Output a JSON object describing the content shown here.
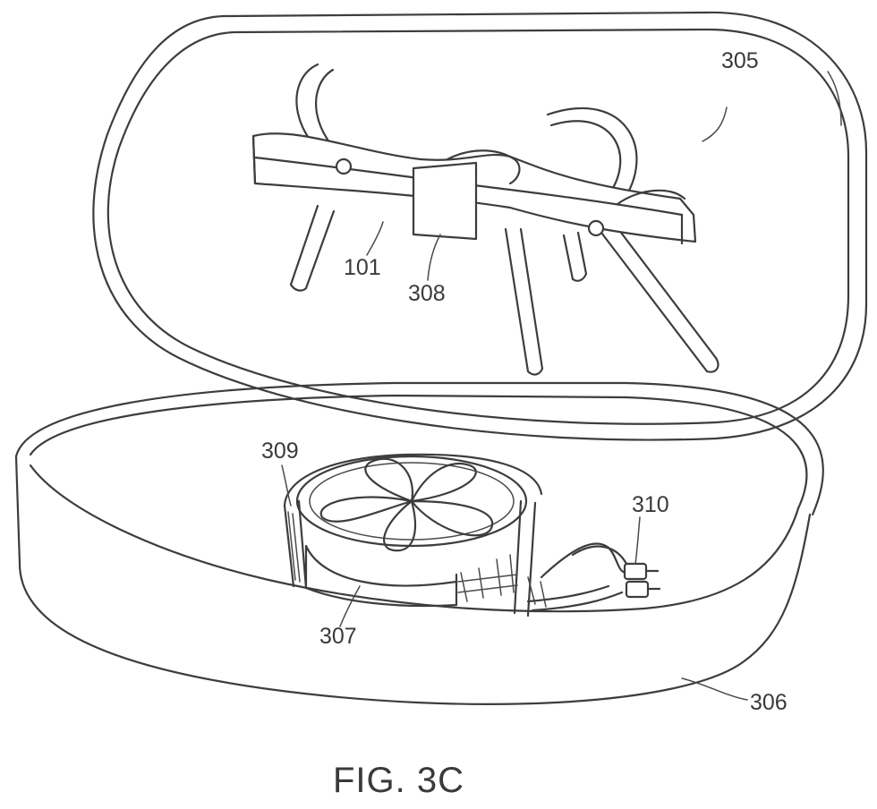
{
  "figure": {
    "caption": "FIG. 3C",
    "labels": {
      "lid": "305",
      "base": "306",
      "eyewear": "101",
      "module": "308",
      "disc": "309",
      "drum": "307",
      "connector": "310"
    }
  },
  "colors": {
    "line": "#3d3d3d",
    "background": "#ffffff"
  }
}
